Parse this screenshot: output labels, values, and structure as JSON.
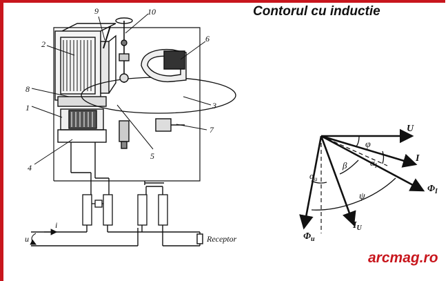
{
  "title": "Contorul cu inductie",
  "watermark": "arcmag.ro",
  "colors": {
    "frame": "#c8161d",
    "brand": "#c8161d",
    "ink": "#111111"
  },
  "meter_diagram": {
    "part_numbers": [
      "9",
      "10",
      "6",
      "2",
      "8",
      "1",
      "3",
      "7",
      "5",
      "4"
    ],
    "current_label": "i",
    "voltage_label": "u",
    "receptor_label": "Receptor"
  },
  "phasor_diagram": {
    "labels": {
      "u": "U",
      "i": "I",
      "phi_i": "Φ",
      "phi_i_sub": "I",
      "phi_u": "Φ",
      "phi_u_sub": "u",
      "i_u": "I",
      "i_u_sub": "U",
      "phi": "φ",
      "alpha_i": "α",
      "alpha_i_sub": "I",
      "alpha_u": "α",
      "alpha_u_sub": "u",
      "beta": "β",
      "psi": "ψ"
    }
  }
}
